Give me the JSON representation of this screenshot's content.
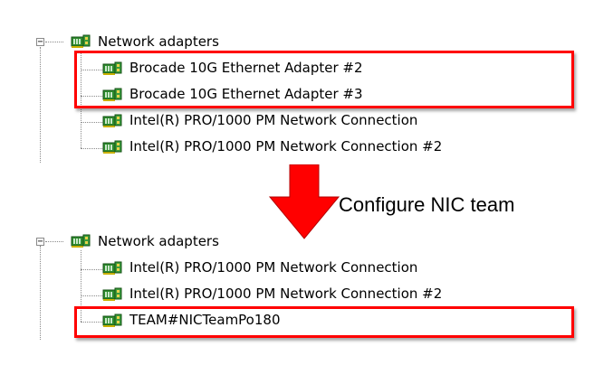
{
  "colors": {
    "highlight": "#ff0000",
    "arrow": "#ff0000",
    "icon_green": "#2e8b2e",
    "icon_yellow": "#c9b000"
  },
  "before": {
    "category_label": "Network adapters",
    "expander_symbol": "−",
    "items": [
      {
        "label": "Brocade 10G Ethernet Adapter #2",
        "icon": "network-card-icon"
      },
      {
        "label": "Brocade 10G Ethernet Adapter #3",
        "icon": "network-card-icon"
      },
      {
        "label": "Intel(R) PRO/1000 PM Network Connection",
        "icon": "network-card-icon"
      },
      {
        "label": "Intel(R) PRO/1000 PM Network Connection #2",
        "icon": "network-card-icon"
      }
    ]
  },
  "transition": {
    "caption": "Configure NIC team",
    "arrow_icon": "down-arrow-icon"
  },
  "after": {
    "category_label": "Network adapters",
    "expander_symbol": "−",
    "items": [
      {
        "label": "Intel(R) PRO/1000 PM Network Connection",
        "icon": "network-card-icon"
      },
      {
        "label": "Intel(R) PRO/1000 PM Network Connection #2",
        "icon": "network-card-icon"
      },
      {
        "label": "TEAM#NICTeamPo180",
        "icon": "network-card-icon"
      }
    ]
  }
}
